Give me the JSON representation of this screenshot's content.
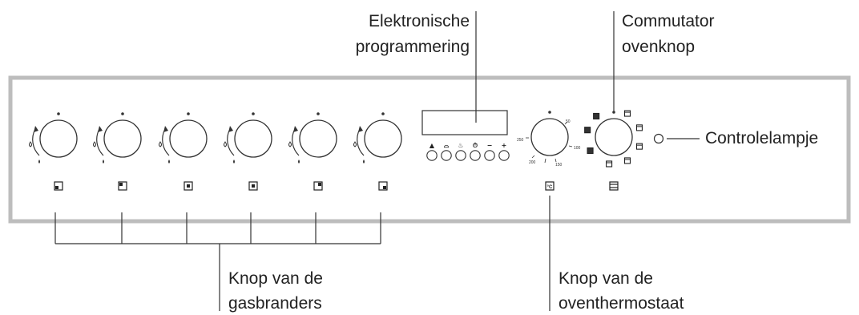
{
  "labels": {
    "programmer": [
      "Elektronische",
      "programmering"
    ],
    "selector": [
      "Commutator",
      "ovenknop"
    ],
    "indicator": "Controlelampje",
    "burners": [
      "Knop van de",
      "gasbranders"
    ],
    "thermostat": [
      "Knop van de",
      "oventhermostaat"
    ]
  },
  "thermostat_scale": [
    "50",
    "100",
    "150",
    "200",
    "250"
  ],
  "programmer_buttons": [
    "▲",
    "⌓",
    "♨",
    "⏱",
    "−",
    "+"
  ],
  "colors": {
    "panel_border": "#bdbdbd",
    "line": "#333333",
    "text": "#222222",
    "background": "#ffffff"
  },
  "icons": {
    "burner_flames": "gas-flame-icon",
    "burner_positions": [
      "rear-left-burner-icon",
      "front-left-burner-icon",
      "center-burner-icon",
      "center-burner-icon",
      "rear-right-burner-icon",
      "front-right-burner-icon"
    ],
    "thermostat": "celsius-icon",
    "selector": "oven-function-icon"
  }
}
